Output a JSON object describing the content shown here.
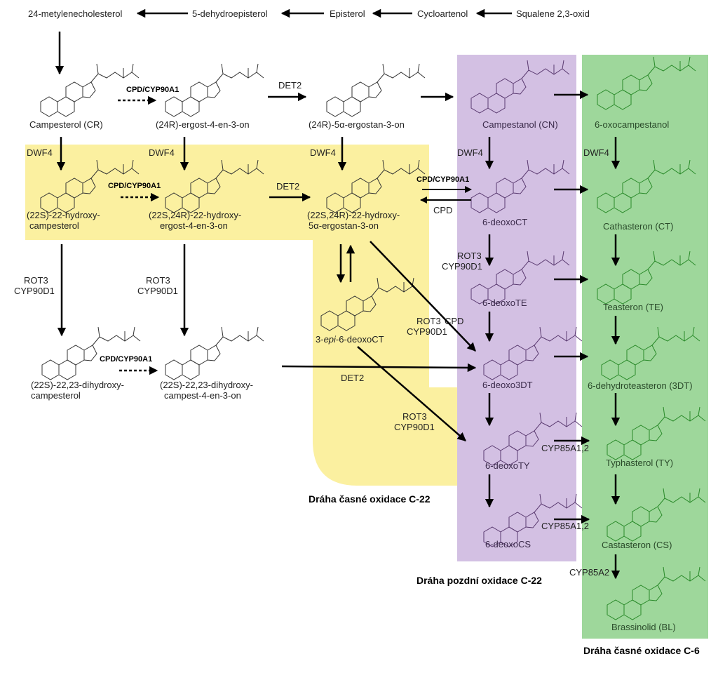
{
  "top_row": {
    "m1": "24-metylenecholesterol",
    "m2": "5-dehydroepisterol",
    "m3": "Episterol",
    "m4": "Cycloartenol",
    "m5": "Squalene 2,3-oxid"
  },
  "compounds": {
    "campesterol": "Campesterol (CR)",
    "ergostenon": "(24R)-ergost-4-en-3-on",
    "ergostanon": "(24R)-5α-ergostan-3-on",
    "campestanol": "Campestanol (CN)",
    "oxocampestanol": "6-oxocampestanol",
    "hydroxy_campesterol_1": "(22S)-22-hydroxy-",
    "hydroxy_campesterol_2": "campesterol",
    "hydroxy_ergostenon_1": "(22S,24R)-22-hydroxy-",
    "hydroxy_ergostenon_2": "ergost-4-en-3-on",
    "hydroxy_ergostanon_1": "(22S,24R)-22-hydroxy-",
    "hydroxy_ergostanon_2": "5α-ergostan-3-on",
    "deoxoCT": "6-deoxoCT",
    "cathasteron": "Cathasteron  (CT)",
    "epi_prefix": "3-",
    "epi_italic": "epi",
    "epi_suffix": "-6-deoxoCT",
    "deoxoTE": "6-deoxoTE",
    "teasteron": "Teasteron   (TE)",
    "dihydroxy_campesterol_1": "(22S)-22,23-dihydroxy-",
    "dihydroxy_campesterol_2": "campesterol",
    "dihydroxy_campestenon_1": "(22S)-22,23-dihydroxy-",
    "dihydroxy_campestenon_2": "campest-4-en-3-on",
    "deoxo3DT": "6-deoxo3DT",
    "dehydroteasteron": "6-dehydroteasteron   (3DT)",
    "deoxoTY": "6-deoxoTY",
    "typhasterol": "Typhasterol (TY)",
    "deoxoCS": "6-deoxoCS",
    "castasteron": "Castasteron   (CS)",
    "brassinolid": "Brassinolid    (BL)"
  },
  "enzymes": {
    "cpd_cyp_a": "CPD/CYP90A1",
    "cpd_cyp_b": "CPD/CYP90A1",
    "cpd_cyp_c": "CPD/CYP90A1",
    "cpd_cyp_d": "CPD/CYP90A1",
    "det2_a": "DET2",
    "det2_b": "DET2",
    "det2_c": "DET2",
    "dwf4_a": "DWF4",
    "dwf4_b": "DWF4",
    "dwf4_c": "DWF4",
    "dwf4_d": "DWF4",
    "dwf4_e": "DWF4",
    "cpd_a": "CPD",
    "cpd_b": "CPD",
    "rot3_a": "ROT3",
    "cyp90d1_a": "CYP90D1",
    "rot3_b": "ROT3",
    "cyp90d1_b": "CYP90D1",
    "rot3_c": "ROT3",
    "cyp90d1_c": "CYP90D1",
    "rot3_d": "ROT3",
    "cyp90d1_d": "CYP90D1",
    "rot3_e": "ROT3",
    "cyp90d1_e": "CYP90D1",
    "cyp85a12_a": "CYP85A1,2",
    "cyp85a12_b": "CYP85A1,2",
    "cyp85a2": "CYP85A2"
  },
  "regions": {
    "early_c22": "Dráha časné oxidace C-22",
    "late_c22": "Dráha pozdní oxidace C-22",
    "early_c6": "Dráha časné oxidace C-6"
  },
  "colors": {
    "yellow_region": "#fbf0a0",
    "purple_region": "#d3c0e3",
    "green_region": "#9ed79b",
    "arrow": "#000000"
  }
}
